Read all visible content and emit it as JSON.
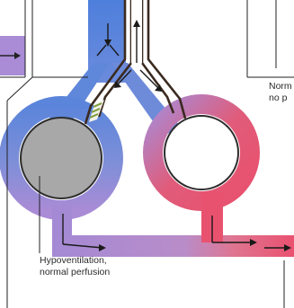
{
  "labels": {
    "hypoventilation": {
      "line1": "Hypoventilation,",
      "line2": "normal perfusion"
    },
    "corner_fragment": {
      "line1": "Norm",
      "line2": "no p"
    }
  },
  "colors": {
    "deoxygenated": "#5d86d9",
    "mixed": "#a98bd6",
    "oxygenated": "#e5506e",
    "alveolus_gray": "#a7a7a7",
    "airway_outline": "#3b2a1f",
    "frame": "#222222"
  }
}
